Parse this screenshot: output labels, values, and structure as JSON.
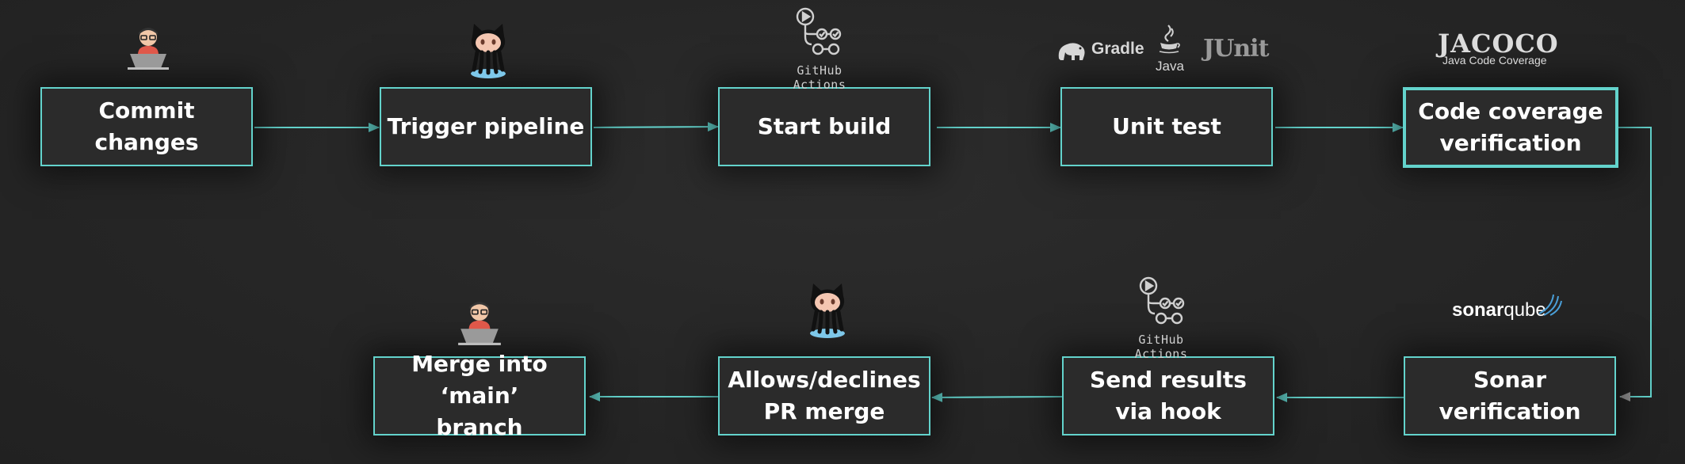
{
  "steps": {
    "commit": "Commit\nchanges",
    "trigger": "Trigger pipeline",
    "start_build": "Start build",
    "unit_test": "Unit test",
    "coverage": "Code  coverage\nverification",
    "sonar": "Sonar verification",
    "send_results": "Send results\nvia hook",
    "allows": "Allows/declines\nPR merge",
    "merge": "Merge into ‘main’\nbranch"
  },
  "logos": {
    "github_actions_top": "GitHub Actions",
    "github_actions_bottom": "GitHub Actions",
    "gradle": "Gradle",
    "java": "Java",
    "junit": "JUnit",
    "jacoco": "JACOCO",
    "jacoco_sub": "Java Code Coverage",
    "sonar_a": "sonar",
    "sonar_b": "qube"
  },
  "icons": {
    "developer_top": "developer-laptop-icon",
    "octocat_top": "octocat-icon",
    "github_actions_top": "github-actions-icon",
    "developer_bottom": "developer-laptop-icon",
    "octocat_bottom": "octocat-icon",
    "github_actions_bottom": "github-actions-icon"
  },
  "colors": {
    "box_border": "#63d3cc",
    "arrow": "#63d3cc",
    "background": "#252525",
    "text": "#ffffff"
  }
}
